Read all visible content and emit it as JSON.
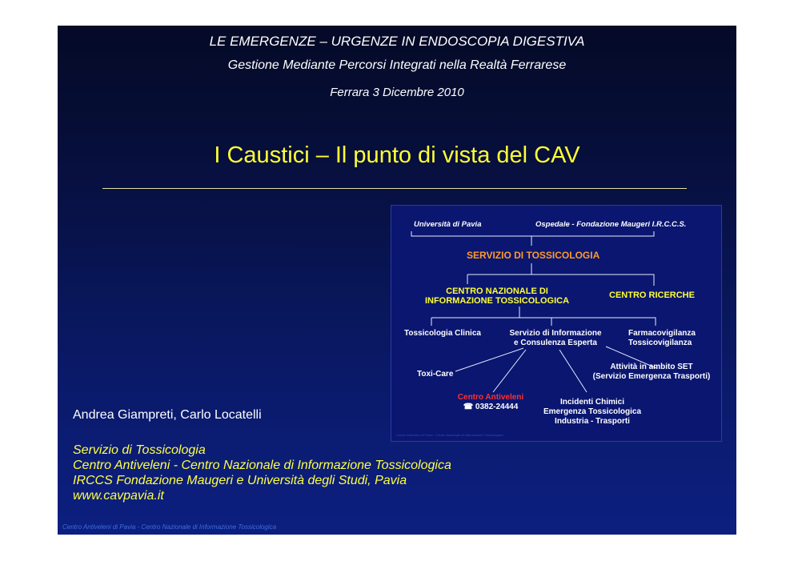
{
  "header": {
    "line1": "LE EMERGENZE – URGENZE IN ENDOSCOPIA DIGESTIVA",
    "line2": "Gestione Mediante Percorsi  Integrati nella Realtà Ferrarese",
    "line3": "Ferrara 3 Dicembre 2010"
  },
  "title": "I Caustici – Il punto di vista del CAV",
  "authors": "Andrea Giampreti, Carlo Locatelli",
  "affiliation": [
    "Servizio di Tossicologia",
    "Centro Antiveleni - Centro Nazionale di Informazione Tossicologica",
    "IRCCS Fondazione Maugeri e Università degli Studi, Pavia",
    "www.cavpavia.it"
  ],
  "footer": "Centro Antiveleni di Pavia - Centro Nazionale di Informazione Tossicologica",
  "org_chart": {
    "universita": "Università di Pavia",
    "ospedale": "Ospedale - Fondazione  Maugeri I.R.C.C.S.",
    "servizio": "SERVIZIO DI TOSSICOLOGIA",
    "centro_nazionale": [
      "CENTRO NAZIONALE DI",
      "INFORMAZIONE TOSSICOLOGICA"
    ],
    "centro_ricerche": "CENTRO RICERCHE",
    "tossicologia_clinica": "Tossicologia Clinica",
    "servizio_info": [
      "Servizio di Informazione",
      "e Consulenza Esperta"
    ],
    "farmaco": [
      "Farmacovigilanza",
      "Tossicovigilanza"
    ],
    "toxi_care": "Toxi-Care",
    "attivita": [
      "Attività in ambito SET",
      "(Servizio Emergenza Trasporti)"
    ],
    "centro_antiveleni": "Centro Antiveleni",
    "phone": "☎ 0382-24444",
    "incidenti": [
      "Incidenti Chimici",
      "Emergenza Tossicologica",
      "Industria - Trasporti"
    ],
    "mini_caption": "Centro Antiveleni di Pavia - Centro Nazionale di Informazione Tossicologica"
  },
  "colors": {
    "title": "#ffff33",
    "affiliation": "#ffff44",
    "servizio": "#ff9a2a",
    "centro_antiveleni": "#ff3030"
  }
}
